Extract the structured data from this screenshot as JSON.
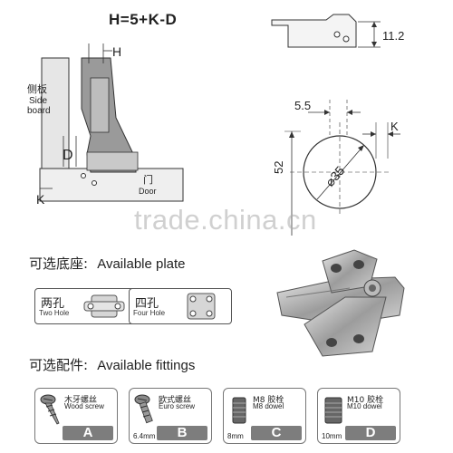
{
  "formula": "H=5+K-D",
  "diagram": {
    "side_label_cn": "侧板",
    "side_label_en": "Side board",
    "door_cn": "门",
    "door_en": "Door",
    "H": "H",
    "D": "D",
    "K": "K",
    "dim_5_5": "5.5",
    "dim_52": "52",
    "dim_phi35": "⌀35",
    "dim_K": "K",
    "dim_11_2": "11.2"
  },
  "watermark": "trade.china.cn",
  "plates": {
    "heading_cn": "可选底座:",
    "heading_en": "Available plate",
    "items": [
      {
        "name_cn": "两孔",
        "name_en": "Two Hole"
      },
      {
        "name_cn": "四孔",
        "name_en": "Four Hole"
      }
    ]
  },
  "fittings": {
    "heading_cn": "可选配件:",
    "heading_en": "Available fittings",
    "items": [
      {
        "name_cn": "木牙螺丝",
        "name_en": "Wood screw",
        "size": "",
        "letter": "A"
      },
      {
        "name_cn": "欧式螺丝",
        "name_en": "Euro screw",
        "size": "6.4mm",
        "letter": "B"
      },
      {
        "name_cn": "M8 胶栓",
        "name_en": "M8 dowel",
        "size": "8mm",
        "letter": "C"
      },
      {
        "name_cn": "M10 胶栓",
        "name_en": "M10 dowel",
        "size": "10mm",
        "letter": "D"
      }
    ]
  }
}
